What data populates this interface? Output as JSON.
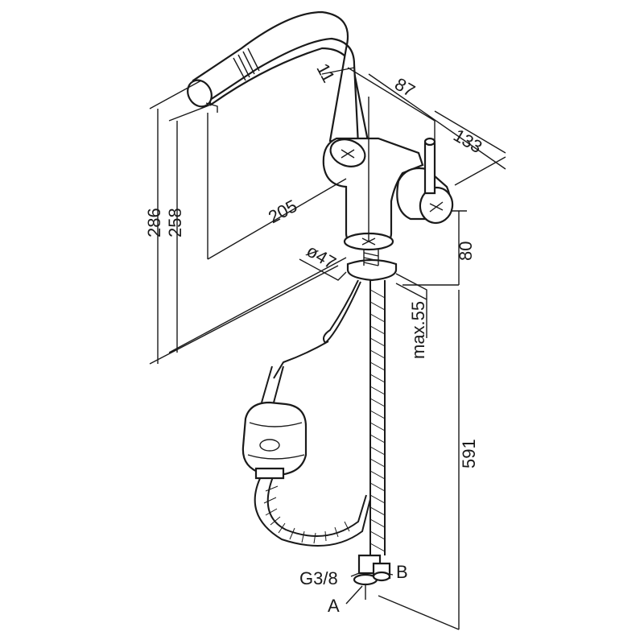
{
  "dimensions": {
    "d286": "286",
    "d258": "258",
    "d205": "205",
    "d11": "11",
    "d87": "87",
    "d133": "133",
    "d80": "80",
    "d47": "ø47",
    "dmax55": "max.55",
    "d591": "591"
  },
  "labels": {
    "thread": "G3/8",
    "port_a": "A",
    "port_b": "B"
  }
}
